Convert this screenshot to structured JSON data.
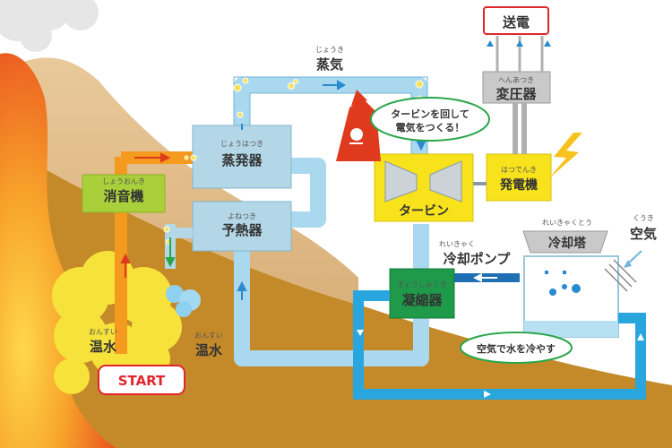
{
  "labels": {
    "transmission": "送電",
    "transformer_ruby": "へんあつき",
    "transformer": "変圧器",
    "steam_ruby": "じょうき",
    "steam": "蒸気",
    "turbine_bubble": [
      "タービンを回して",
      "電気をつくる！"
    ],
    "evaporator_ruby": "じょうはつき",
    "evaporator": "蒸発器",
    "silencer_ruby": "しょうおんき",
    "silencer": "消音機",
    "preheater_ruby": "よねつき",
    "preheater": "予熱器",
    "turbine": "タービン",
    "generator_ruby": "はつでんき",
    "generator": "発電機",
    "cooling_tower_ruby": "れいきゃくとう",
    "cooling_tower": "冷却塔",
    "air_ruby": "くうき",
    "air": "空気",
    "cooling_pump_ruby": "れいきゃく",
    "cooling_pump": "冷却ポンプ",
    "condenser_ruby": "ぎょうしゅくき",
    "condenser": "凝縮器",
    "hot_water_ruby": "おんすい",
    "hot_water": "温水",
    "hot_water2_ruby": "おんすい",
    "hot_water2": "温水",
    "start": "START",
    "cool_bubble": "空気で水を冷やす"
  },
  "colors": {
    "ground": "#c48a2a",
    "pipe_blue": "#a9d8ef",
    "pipe_edge": "#6fb6da",
    "box_blue": "#b3d7e6",
    "yellow_box": "#f7e21c",
    "condenser_green": "#1f9a4a",
    "silencer_green": "#a9cf3a",
    "fire_red": "#e03a1e",
    "cooling_pipe": "#2aa6de",
    "transmission_red": "#e0262b"
  }
}
